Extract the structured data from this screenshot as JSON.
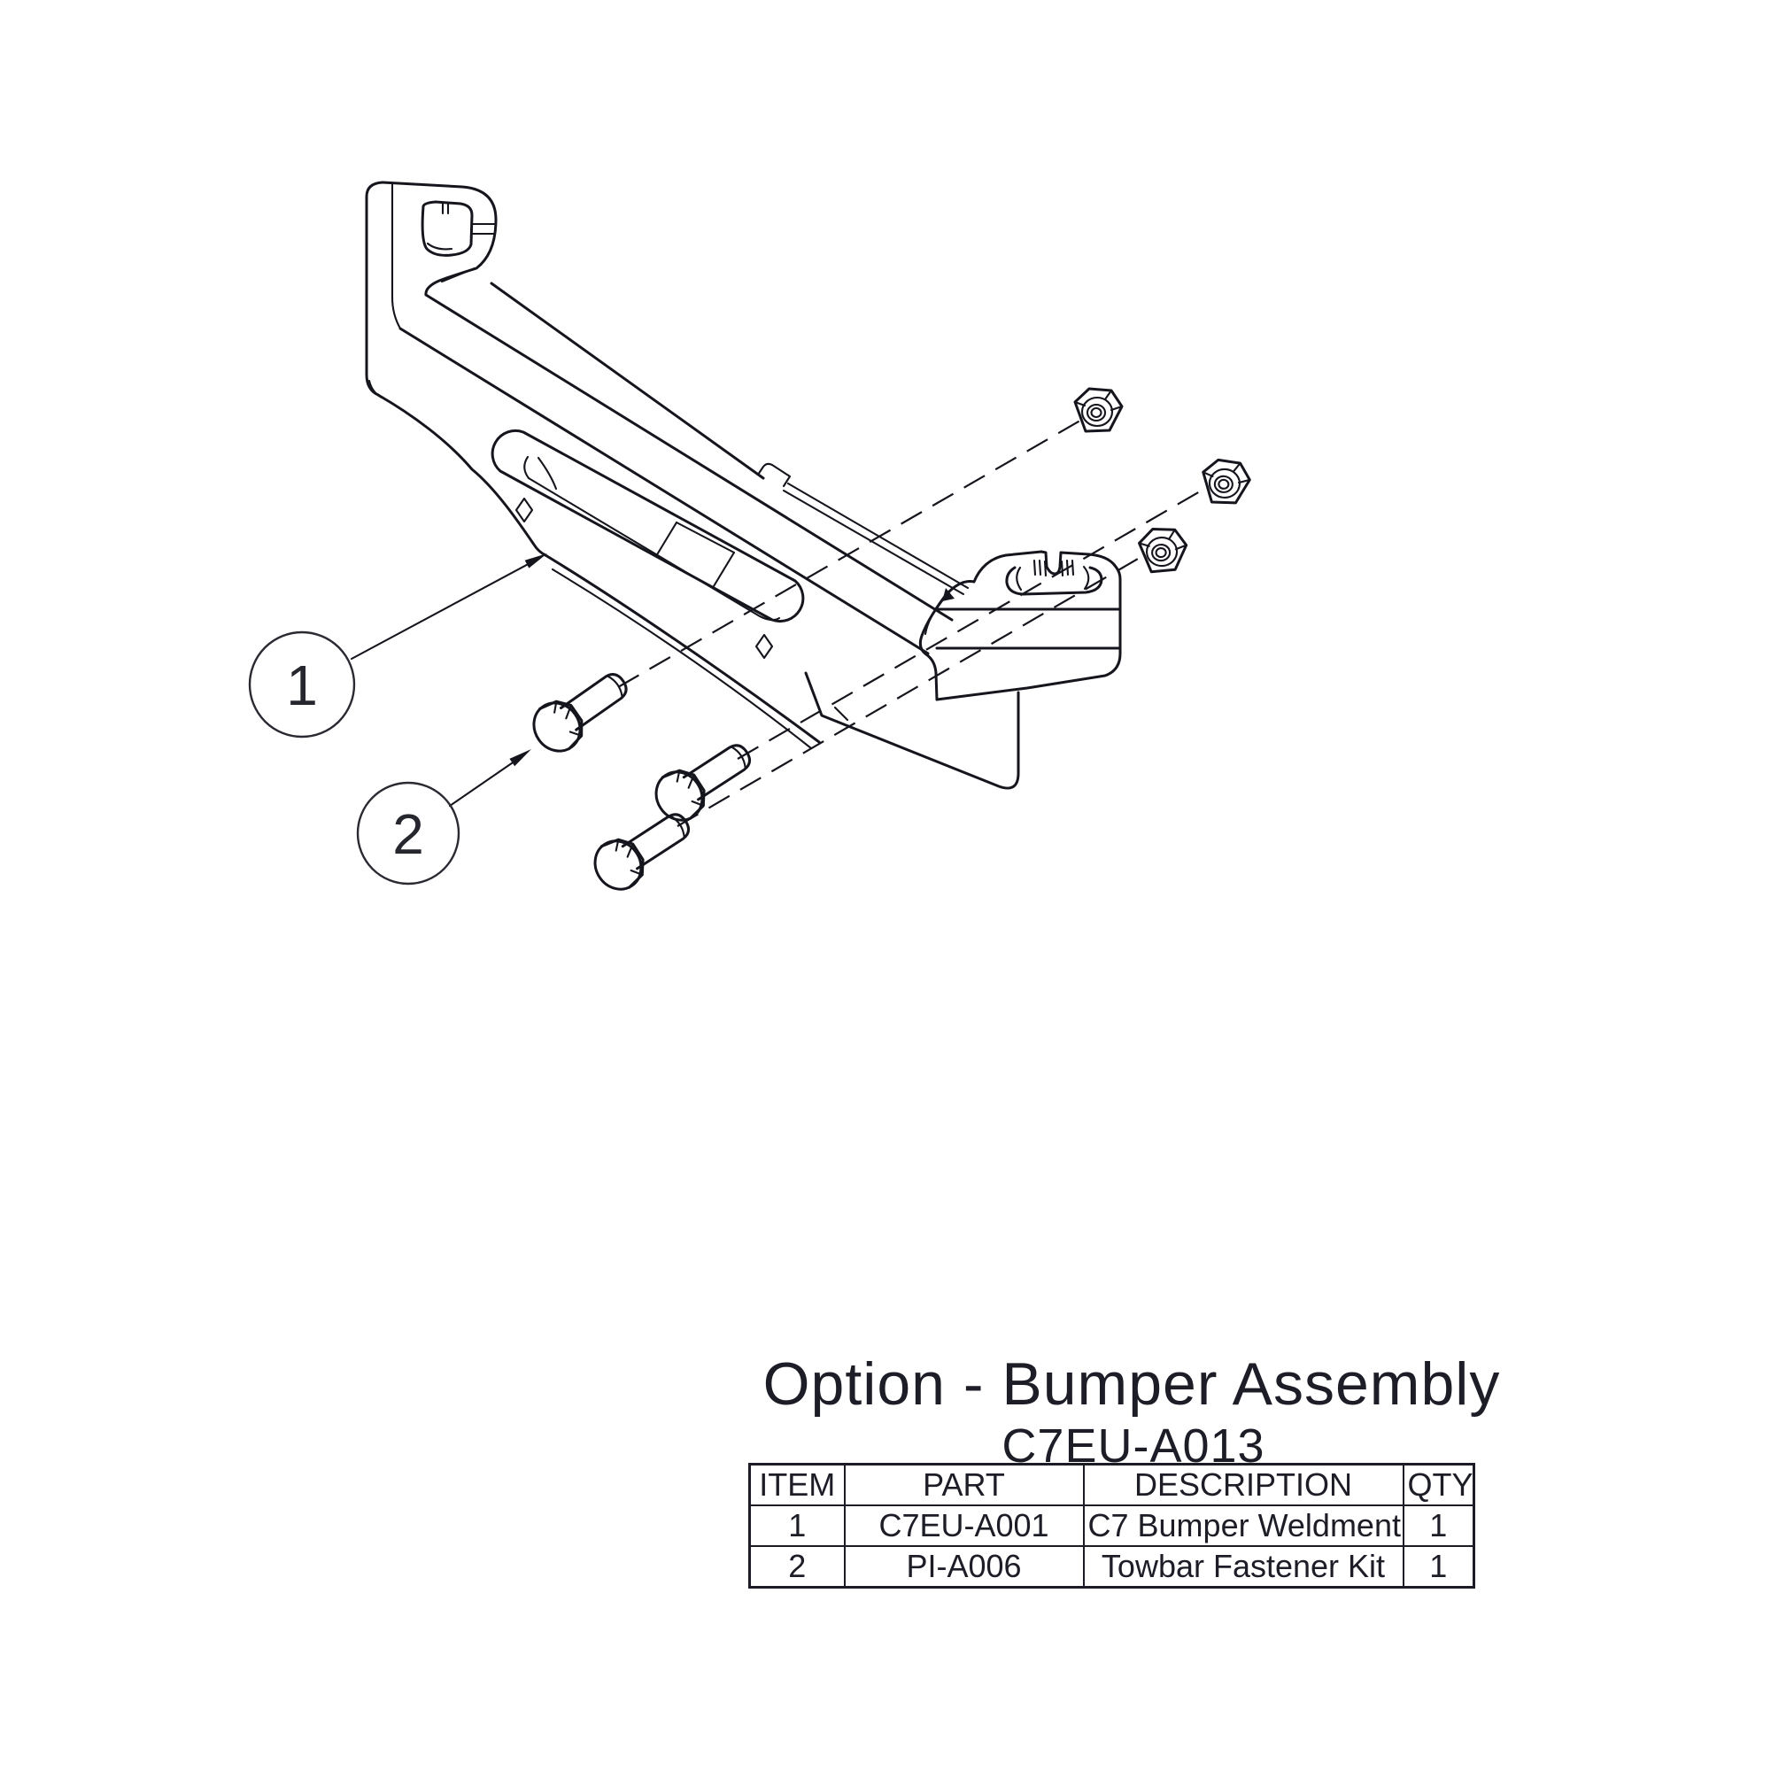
{
  "titleblock": {
    "title": "Option - Bumper Assembly",
    "part_number": "C7EU-A013"
  },
  "bom_table": {
    "headers": [
      "ITEM",
      "PART",
      "DESCRIPTION",
      "QTY"
    ],
    "rows": [
      [
        "1",
        "C7EU-A001",
        "C7 Bumper Weldment",
        "1"
      ],
      [
        "2",
        "PI-A006",
        "Towbar Fastener Kit",
        "1"
      ]
    ]
  },
  "balloons": [
    {
      "number": "1"
    },
    {
      "number": "2"
    }
  ],
  "drawing": {
    "type": "exploded-assembly-view",
    "parts_shown": [
      "bumper weldment",
      "3 hex bolts",
      "3 hex nuts"
    ],
    "colors": {
      "line": "#15151d",
      "text": "#1d1d27",
      "background": "#ffffff"
    }
  }
}
